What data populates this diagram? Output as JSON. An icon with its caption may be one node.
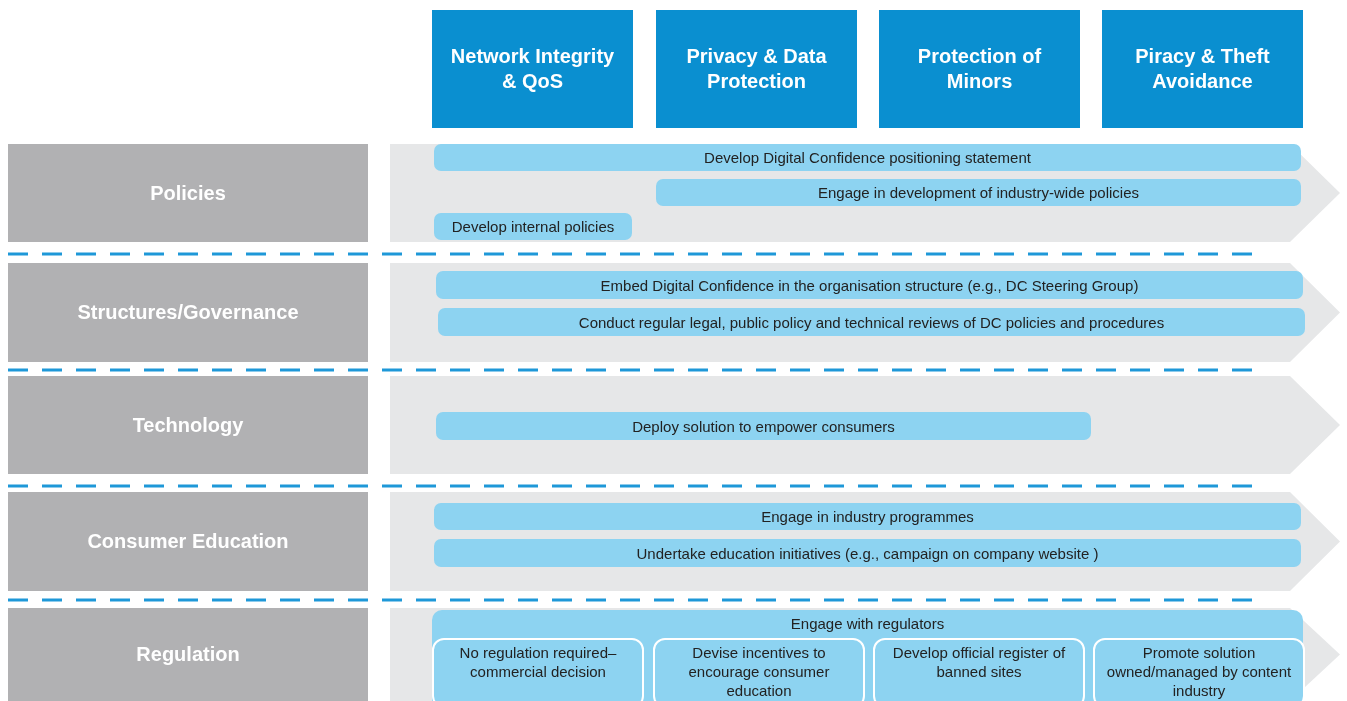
{
  "diagram": {
    "nodes": [
      {
        "text": [
          "Network Integrity & QoS"
        ]
      },
      {
        "text": [
          "Privacy & Data Protection"
        ]
      },
      {
        "text": [
          "Protection of Minors"
        ]
      },
      {
        "text": [
          "Piracy & Theft Avoidance"
        ]
      },
      {
        "text": [
          "Policies"
        ]
      },
      {
        "text": [
          "Develop Digital Confidence positioning statement"
        ]
      },
      {
        "text": [
          "Engage in development of industry-wide policies"
        ]
      },
      {
        "text": [
          "Develop internal policies"
        ]
      },
      {
        "text": [
          "Structures/Governance"
        ]
      },
      {
        "text": [
          "Embed Digital Confidence in the organisation structure (e.g., DC Steering Group)"
        ]
      },
      {
        "text": [
          "Conduct regular legal, public policy and technical reviews of DC policies and procedures"
        ]
      },
      {
        "text": [
          "Technology"
        ]
      },
      {
        "text": [
          "Deploy solution to empower consumers"
        ]
      },
      {
        "text": [
          "Consumer Education"
        ]
      },
      {
        "text": [
          "Engage in industry programmes"
        ]
      },
      {
        "text": [
          "Undertake education initiatives (e.g., campaign on company website )"
        ]
      },
      {
        "text": [
          "Regulation"
        ]
      },
      {
        "text": [
          "Engage with regulators"
        ]
      },
      {
        "text": [
          "No regulation required–commercial decision"
        ],
        "in": 17
      },
      {
        "text": [
          "Devise incentives to encourage consumer education"
        ],
        "in": 17
      },
      {
        "text": [
          "Develop official register of banned sites"
        ],
        "in": 17
      },
      {
        "text": [
          "Promote solution owned/managed by content industry"
        ],
        "in": 17
      }
    ]
  }
}
